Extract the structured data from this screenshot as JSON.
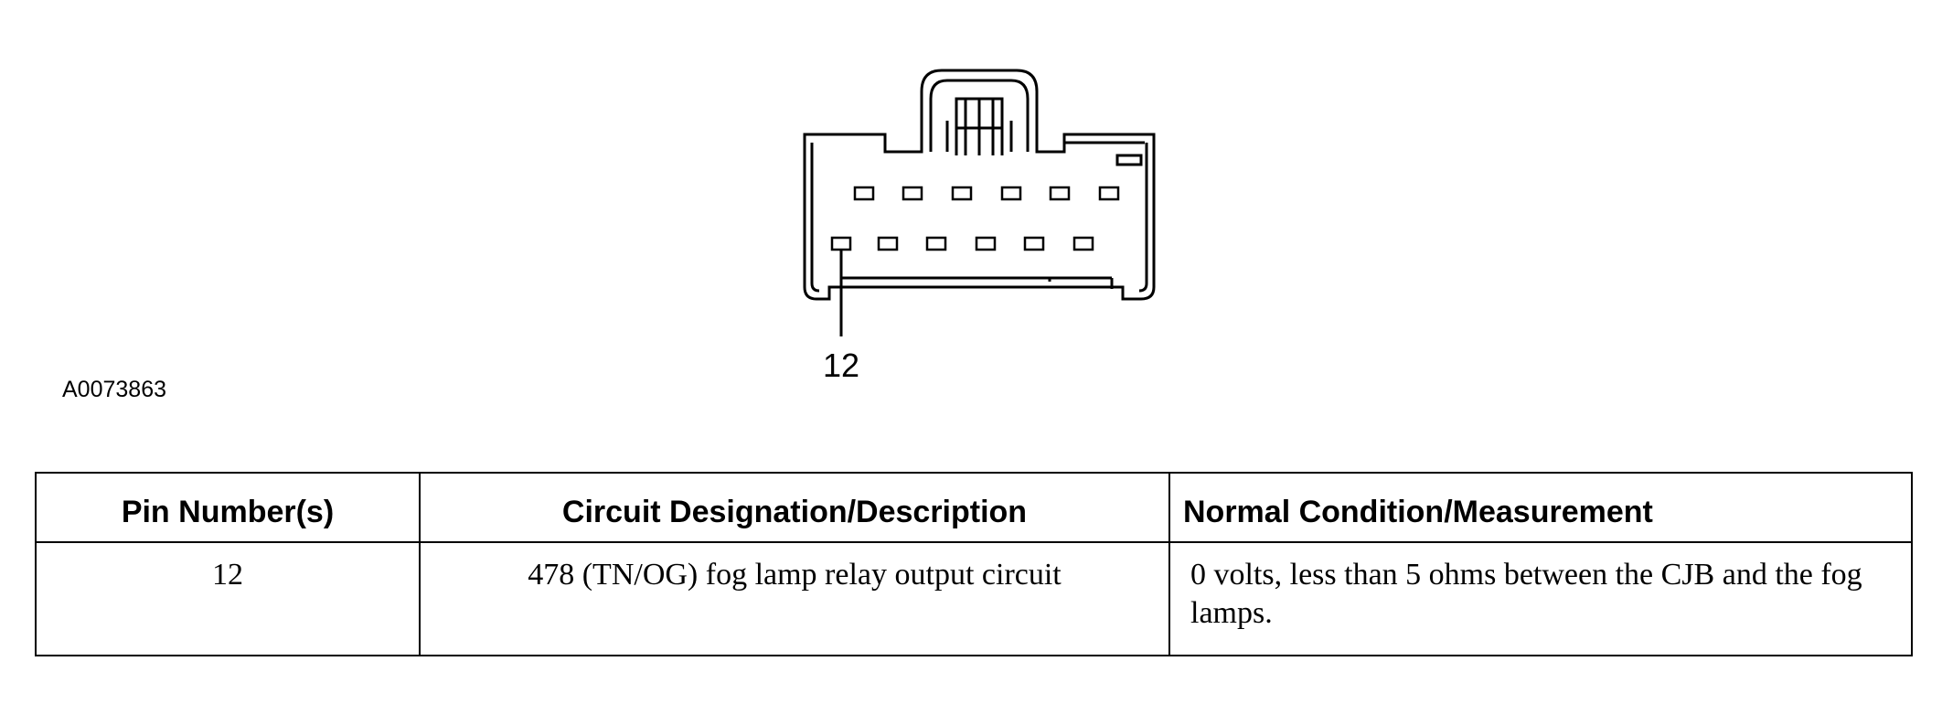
{
  "figure": {
    "callout_pin": "12",
    "figure_id": "A0073863"
  },
  "table": {
    "headers": {
      "pin": "Pin Number(s)",
      "circuit": "Circuit Designation/Description",
      "condition": "Normal Condition/Measurement"
    },
    "rows": [
      {
        "pin": "12",
        "circuit": "478 (TN/OG) fog lamp relay output circuit",
        "condition": "0 volts, less than 5 ohms between the CJB and the fog lamps."
      }
    ]
  }
}
